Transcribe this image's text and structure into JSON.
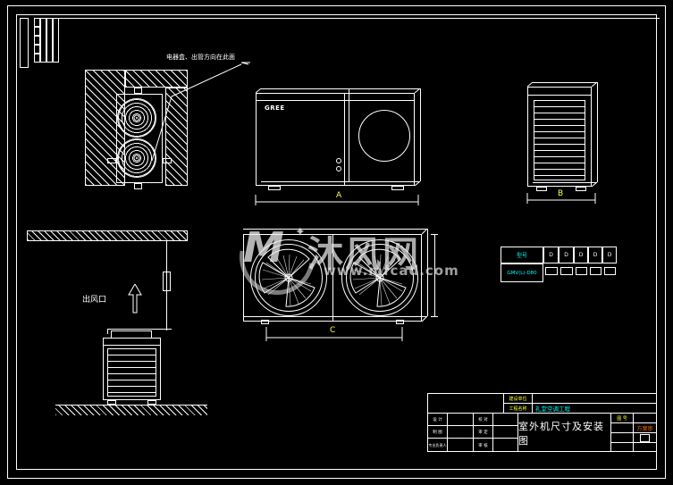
{
  "drawing": {
    "type": "cad-drawing",
    "background": "#000000",
    "line_color": "#ffffff",
    "accent_color": "#ffff33",
    "label_color": "#00ffff"
  },
  "annotations": {
    "electrical_box_note": "电器盒、出管方向在此面",
    "air_outlet": "出风口",
    "brand_logo": "GREE"
  },
  "dimensions": {
    "front_width": "A",
    "side_width": "B",
    "top_width": "C"
  },
  "model_table": {
    "header_label": "型号",
    "model_value": "GMV(L)-D80",
    "header_cells": [
      "D",
      "D",
      "D",
      "D",
      "D"
    ],
    "value_cells": [
      "",
      "",
      "",
      "",
      ""
    ]
  },
  "title_block": {
    "project_label": "建设单位",
    "project_value": "",
    "subproject_label": "工程名称",
    "subproject_value": "礼堂空调工程",
    "drawing_title": "室外机尺寸及安装图",
    "rows": [
      {
        "label1": "设  计",
        "value1": "",
        "label2": "校  对",
        "value2": ""
      },
      {
        "label1": "制  图",
        "value1": "",
        "label2": "审  定",
        "value2": ""
      },
      {
        "label1": "专业负责人",
        "value1": "",
        "label2": "审  核",
        "value2": ""
      }
    ],
    "right_header": "图  号",
    "right_cells": [
      "",
      "",
      ""
    ],
    "scale_label": "方案审",
    "scale_value": ""
  },
  "watermark": {
    "logo_mark": "M",
    "site_name": "沐风网",
    "site_url": "www.mfcad.com"
  }
}
